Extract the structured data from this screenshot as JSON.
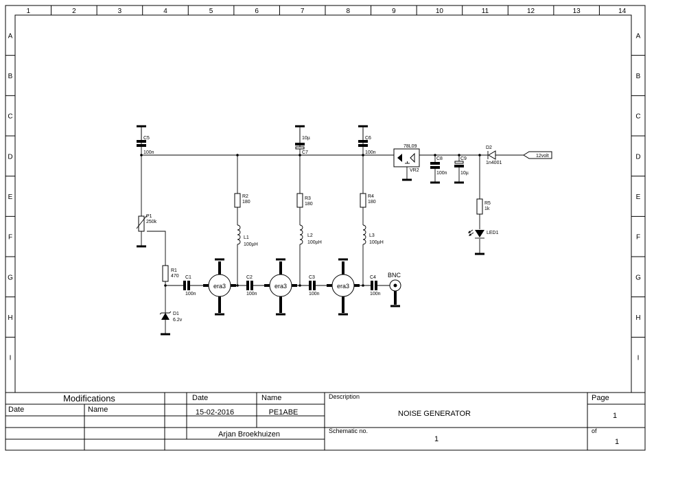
{
  "border": {
    "columns": [
      "1",
      "2",
      "3",
      "4",
      "5",
      "6",
      "7",
      "8",
      "9",
      "10",
      "11",
      "12",
      "13",
      "14"
    ],
    "rows": [
      "A",
      "B",
      "C",
      "D",
      "E",
      "F",
      "G",
      "H",
      "I"
    ]
  },
  "components": {
    "c5": {
      "ref": "C5",
      "value": "100n"
    },
    "c7": {
      "ref": "C7",
      "value": "10µ"
    },
    "c6": {
      "ref": "C6",
      "value": "100n"
    },
    "vr2": {
      "ref": "VR2",
      "value": "78L09"
    },
    "c8": {
      "ref": "C8",
      "value": "100n"
    },
    "c9": {
      "ref": "C9",
      "value": "10µ"
    },
    "d2": {
      "ref": "D2",
      "value": "1n4001"
    },
    "power": {
      "label": "12volt"
    },
    "p1": {
      "ref": "P1",
      "value": "250k"
    },
    "r2": {
      "ref": "R2",
      "value": "180"
    },
    "r3": {
      "ref": "R3",
      "value": "180"
    },
    "r4": {
      "ref": "R4",
      "value": "180"
    },
    "r5": {
      "ref": "R5",
      "value": "1k"
    },
    "l1": {
      "ref": "L1",
      "value": "100µH"
    },
    "l2": {
      "ref": "L2",
      "value": "100µH"
    },
    "l3": {
      "ref": "L3",
      "value": "100µH"
    },
    "led1": {
      "ref": "LED1"
    },
    "r1": {
      "ref": "R1",
      "value": "470"
    },
    "c1": {
      "ref": "C1",
      "value": "100n"
    },
    "c2": {
      "ref": "C2",
      "value": "100n"
    },
    "c3": {
      "ref": "C3",
      "value": "100n"
    },
    "c4": {
      "ref": "C4",
      "value": "100n"
    },
    "amp1": {
      "label": "era3"
    },
    "amp2": {
      "label": "era3"
    },
    "amp3": {
      "label": "era3"
    },
    "bnc": {
      "label": "BNC"
    },
    "d1": {
      "ref": "D1",
      "value": "6.2v"
    },
    "c5_top": {
      "ref": "C5"
    }
  },
  "title_block": {
    "modifications": "Modifications",
    "date_header": "Date",
    "name_header": "Name",
    "mod_date_header": "Date",
    "mod_name_header": "Name",
    "date_value": "15-02-2016",
    "name_value": "PE1ABE",
    "author": "Arjan Broekhuizen",
    "description_label": "Description",
    "description": "NOISE GENERATOR",
    "schematic_no_label": "Schematic no.",
    "schematic_no": "1",
    "page_label": "Page",
    "page": "1",
    "of_label": "of",
    "of_value": "1"
  }
}
